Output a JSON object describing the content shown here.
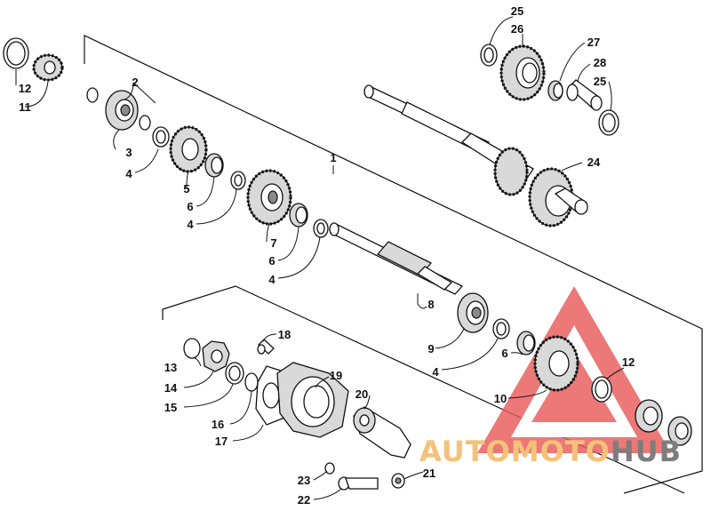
{
  "callouts": {
    "c1": "1",
    "c2": "2",
    "c3": "3",
    "c4a": "4",
    "c4b": "4",
    "c4c": "4",
    "c4d": "4",
    "c5": "5",
    "c6a": "6",
    "c6b": "6",
    "c6c": "6",
    "c7": "7",
    "c8": "8",
    "c9": "9",
    "c10": "10",
    "c11": "11",
    "c12a": "12",
    "c12b": "12",
    "c13": "13",
    "c14": "14",
    "c15": "15",
    "c16": "16",
    "c17": "17",
    "c18": "18",
    "c19": "19",
    "c20": "20",
    "c21": "21",
    "c22": "22",
    "c23": "23",
    "c24": "24",
    "c25a": "25",
    "c25b": "25",
    "c26": "26",
    "c27": "27",
    "c28": "28"
  },
  "watermark": {
    "part1": "AUTOMOTO",
    "part2": "HUB",
    "colors": {
      "triangle": "#e85a5a",
      "text_primary": "#f4c27a",
      "text_secondary": "#7d7d7d"
    }
  }
}
